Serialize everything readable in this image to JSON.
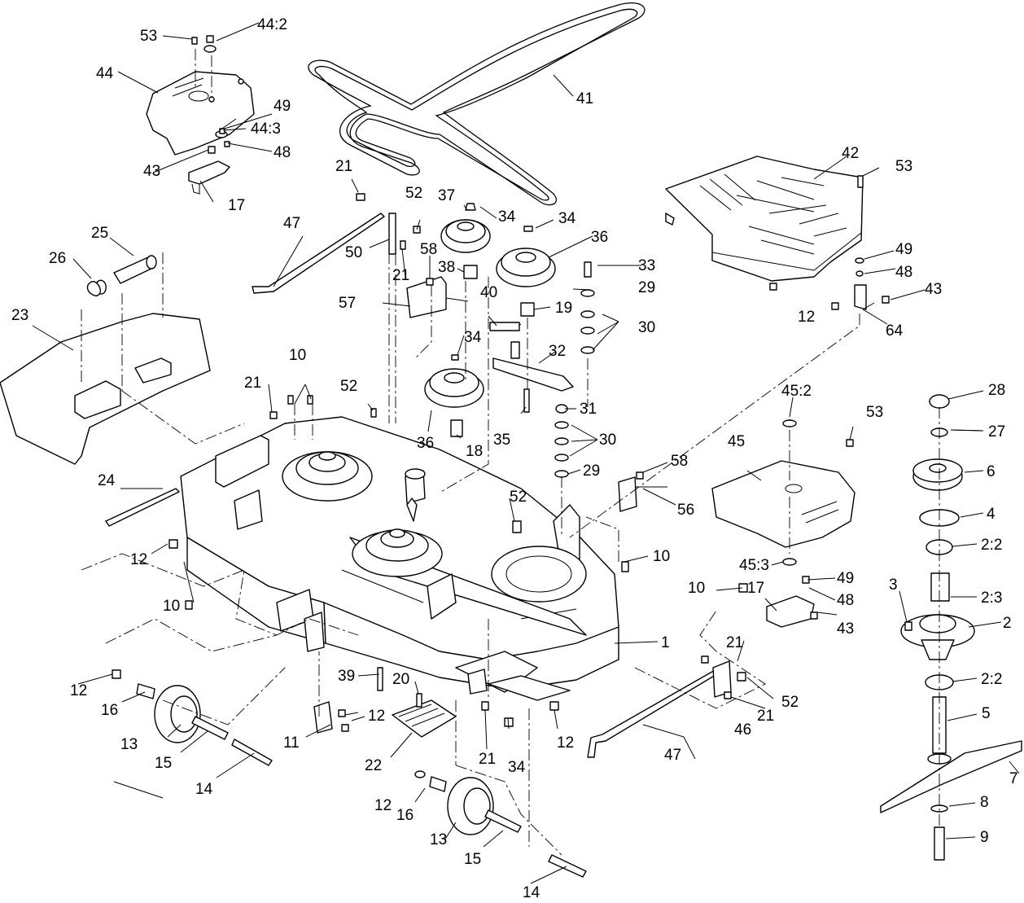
{
  "callouts": [
    {
      "id": "c1",
      "text": "1"
    },
    {
      "id": "c2",
      "text": "2"
    },
    {
      "id": "c2_2a",
      "text": "2:2"
    },
    {
      "id": "c2_3",
      "text": "2:3"
    },
    {
      "id": "c2_2b",
      "text": "2:2"
    },
    {
      "id": "c3",
      "text": "3"
    },
    {
      "id": "c4",
      "text": "4"
    },
    {
      "id": "c5",
      "text": "5"
    },
    {
      "id": "c6",
      "text": "6"
    },
    {
      "id": "c7",
      "text": "7"
    },
    {
      "id": "c8",
      "text": "8"
    },
    {
      "id": "c9",
      "text": "9"
    },
    {
      "id": "c10a",
      "text": "10"
    },
    {
      "id": "c10b",
      "text": "10"
    },
    {
      "id": "c10c",
      "text": "10"
    },
    {
      "id": "c10d",
      "text": "10"
    },
    {
      "id": "c11",
      "text": "11"
    },
    {
      "id": "c12a",
      "text": "12"
    },
    {
      "id": "c12b",
      "text": "12"
    },
    {
      "id": "c12c",
      "text": "12"
    },
    {
      "id": "c12d",
      "text": "12"
    },
    {
      "id": "c12e",
      "text": "12"
    },
    {
      "id": "c12f",
      "text": "12"
    },
    {
      "id": "c13a",
      "text": "13"
    },
    {
      "id": "c13b",
      "text": "13"
    },
    {
      "id": "c14a",
      "text": "14"
    },
    {
      "id": "c14b",
      "text": "14"
    },
    {
      "id": "c15a",
      "text": "15"
    },
    {
      "id": "c15b",
      "text": "15"
    },
    {
      "id": "c16a",
      "text": "16"
    },
    {
      "id": "c16b",
      "text": "16"
    },
    {
      "id": "c17a",
      "text": "17"
    },
    {
      "id": "c17b",
      "text": "17"
    },
    {
      "id": "c18",
      "text": "18"
    },
    {
      "id": "c19",
      "text": "19"
    },
    {
      "id": "c20",
      "text": "20"
    },
    {
      "id": "c21a",
      "text": "21"
    },
    {
      "id": "c21b",
      "text": "21"
    },
    {
      "id": "c21c",
      "text": "21"
    },
    {
      "id": "c21d",
      "text": "21"
    },
    {
      "id": "c21e",
      "text": "21"
    },
    {
      "id": "c21f",
      "text": "21"
    },
    {
      "id": "c22",
      "text": "22"
    },
    {
      "id": "c23",
      "text": "23"
    },
    {
      "id": "c24",
      "text": "24"
    },
    {
      "id": "c25",
      "text": "25"
    },
    {
      "id": "c26",
      "text": "26"
    },
    {
      "id": "c27",
      "text": "27"
    },
    {
      "id": "c28",
      "text": "28"
    },
    {
      "id": "c29a",
      "text": "29"
    },
    {
      "id": "c29b",
      "text": "29"
    },
    {
      "id": "c30a",
      "text": "30"
    },
    {
      "id": "c30b",
      "text": "30"
    },
    {
      "id": "c31",
      "text": "31"
    },
    {
      "id": "c32",
      "text": "32"
    },
    {
      "id": "c33",
      "text": "33"
    },
    {
      "id": "c34a",
      "text": "34"
    },
    {
      "id": "c34b",
      "text": "34"
    },
    {
      "id": "c34c",
      "text": "34"
    },
    {
      "id": "c34d",
      "text": "34"
    },
    {
      "id": "c35",
      "text": "35"
    },
    {
      "id": "c36a",
      "text": "36"
    },
    {
      "id": "c36b",
      "text": "36"
    },
    {
      "id": "c37",
      "text": "37"
    },
    {
      "id": "c38",
      "text": "38"
    },
    {
      "id": "c39",
      "text": "39"
    },
    {
      "id": "c40",
      "text": "40"
    },
    {
      "id": "c41",
      "text": "41"
    },
    {
      "id": "c42",
      "text": "42"
    },
    {
      "id": "c43a",
      "text": "43"
    },
    {
      "id": "c43b",
      "text": "43"
    },
    {
      "id": "c43c",
      "text": "43"
    },
    {
      "id": "c44",
      "text": "44"
    },
    {
      "id": "c44_2",
      "text": "44:2"
    },
    {
      "id": "c44_3",
      "text": "44:3"
    },
    {
      "id": "c45",
      "text": "45"
    },
    {
      "id": "c45_2",
      "text": "45:2"
    },
    {
      "id": "c45_3",
      "text": "45:3"
    },
    {
      "id": "c46",
      "text": "46"
    },
    {
      "id": "c47a",
      "text": "47"
    },
    {
      "id": "c47b",
      "text": "47"
    },
    {
      "id": "c48a",
      "text": "48"
    },
    {
      "id": "c48b",
      "text": "48"
    },
    {
      "id": "c48c",
      "text": "48"
    },
    {
      "id": "c49a",
      "text": "49"
    },
    {
      "id": "c49b",
      "text": "49"
    },
    {
      "id": "c49c",
      "text": "49"
    },
    {
      "id": "c50",
      "text": "50"
    },
    {
      "id": "c52a",
      "text": "52"
    },
    {
      "id": "c52b",
      "text": "52"
    },
    {
      "id": "c52c",
      "text": "52"
    },
    {
      "id": "c52d",
      "text": "52"
    },
    {
      "id": "c53a",
      "text": "53"
    },
    {
      "id": "c53b",
      "text": "53"
    },
    {
      "id": "c53c",
      "text": "53"
    },
    {
      "id": "c56",
      "text": "56"
    },
    {
      "id": "c57",
      "text": "57"
    },
    {
      "id": "c58a",
      "text": "58"
    },
    {
      "id": "c58b",
      "text": "58"
    },
    {
      "id": "c64",
      "text": "64"
    }
  ]
}
